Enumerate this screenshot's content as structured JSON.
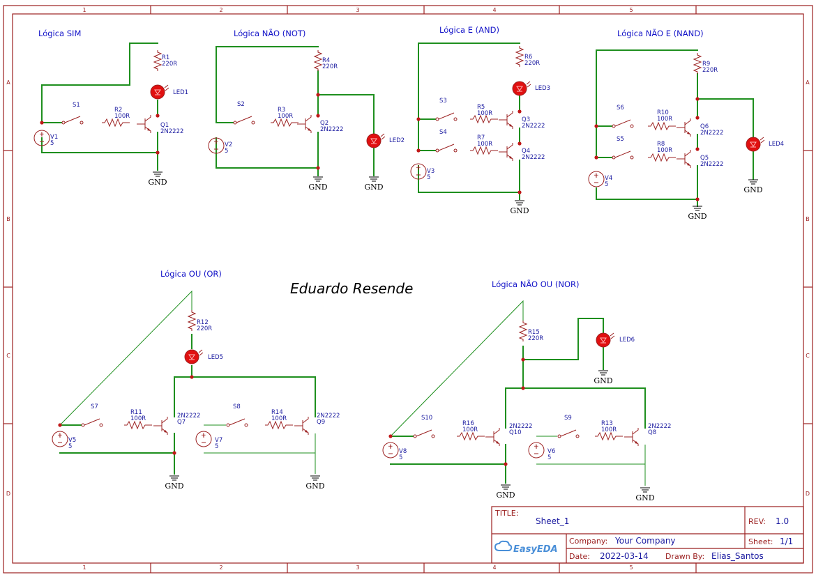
{
  "frame": {
    "columns": [
      "1",
      "2",
      "3",
      "4",
      "5"
    ],
    "rows": [
      "A",
      "B",
      "C",
      "D"
    ]
  },
  "author": "Eduardo Resende",
  "sections": {
    "sim": "Lógica SIM",
    "not": "Lógica NÃO (NOT)",
    "and": "Lógica E (AND)",
    "nand": "Lógica NÃO E (NAND)",
    "or": "Lógica OU (OR)",
    "nor": "Lógica NÃO OU (NOR)"
  },
  "components": {
    "R1": [
      "R1",
      "220R"
    ],
    "R2": [
      "R2",
      "100R"
    ],
    "R3": [
      "R3",
      "100R"
    ],
    "R4": [
      "R4",
      "220R"
    ],
    "R5": [
      "R5",
      "100R"
    ],
    "R6": [
      "R6",
      "220R"
    ],
    "R7": [
      "R7",
      "100R"
    ],
    "R8": [
      "R8",
      "100R"
    ],
    "R9": [
      "R9",
      "220R"
    ],
    "R10": [
      "R10",
      "100R"
    ],
    "R11": [
      "R11",
      "100R"
    ],
    "R12": [
      "R12",
      "220R"
    ],
    "R13": [
      "R13",
      "100R"
    ],
    "R14": [
      "R14",
      "100R"
    ],
    "R15": [
      "R15",
      "220R"
    ],
    "R16": [
      "R16",
      "100R"
    ],
    "Q1": [
      "Q1",
      "2N2222"
    ],
    "Q2": [
      "Q2",
      "2N2222"
    ],
    "Q3": [
      "Q3",
      "2N2222"
    ],
    "Q4": [
      "Q4",
      "2N2222"
    ],
    "Q5": [
      "Q5",
      "2N2222"
    ],
    "Q6": [
      "Q6",
      "2N2222"
    ],
    "Q7": [
      "2N2222",
      "Q7"
    ],
    "Q8": [
      "2N2222",
      "Q8"
    ],
    "Q9": [
      "2N2222",
      "Q9"
    ],
    "Q10": [
      "2N2222",
      "Q10"
    ],
    "V1": [
      "V1",
      "5"
    ],
    "V2": [
      "V2",
      "5"
    ],
    "V3": [
      "V3",
      "5"
    ],
    "V4": [
      "V4",
      "5"
    ],
    "V5": [
      "V5",
      "5"
    ],
    "V6": [
      "V6",
      "5"
    ],
    "V7": [
      "V7",
      "5"
    ],
    "V8": [
      "V8",
      "5"
    ],
    "S1": "S1",
    "S2": "S2",
    "S3": "S3",
    "S4": "S4",
    "S5": "S5",
    "S6": "S6",
    "S7": "S7",
    "S8": "S8",
    "S9": "S9",
    "S10": "S10",
    "LED1": "LED1",
    "LED2": "LED2",
    "LED3": "LED3",
    "LED4": "LED4",
    "LED5": "LED5",
    "LED6": "LED6",
    "gnd": "GND"
  },
  "title_block": {
    "title_label": "TITLE:",
    "title": "Sheet_1",
    "rev_label": "REV:",
    "rev": "1.0",
    "company_label": "Company:",
    "company": "Your Company",
    "sheet_label": "Sheet:",
    "sheet": "1/1",
    "date_label": "Date:",
    "date": "2022-03-14",
    "drawn_label": "Drawn By:",
    "drawn_by": "Elias_Santos",
    "logo": "EasyEDA"
  }
}
